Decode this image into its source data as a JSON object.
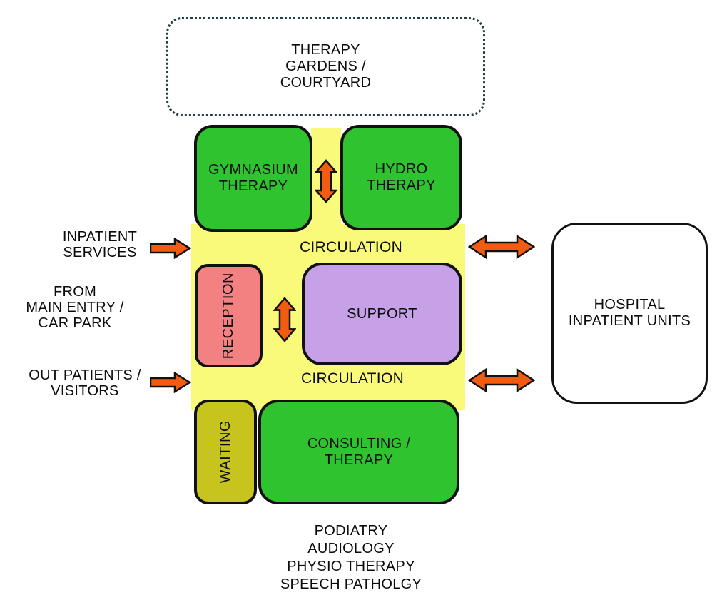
{
  "colors": {
    "green": "#2fc42f",
    "yellow": "#f9f97a",
    "pink": "#f48182",
    "purple": "#c7a1e8",
    "olive": "#c6c41d",
    "orange": "#f15c12",
    "outline": "#111111",
    "dotted": "#233f3f"
  },
  "zones": {
    "therapy_gardens": {
      "label": "THERAPY\nGARDENS /\nCOURTYARD"
    },
    "gymnasium_therapy": {
      "label": "GYMNASIUM\nTHERAPY"
    },
    "hydro_therapy": {
      "label": "HYDRO\nTHERAPY"
    },
    "circulation_top": {
      "label": "CIRCULATION"
    },
    "reception": {
      "label": "RECEPTION"
    },
    "support": {
      "label": "SUPPORT"
    },
    "circulation_bottom": {
      "label": "CIRCULATION"
    },
    "waiting": {
      "label": "WAITING"
    },
    "consulting_therapy": {
      "label": "CONSULTING /\nTHERAPY"
    },
    "hospital_inpatient_units": {
      "label": "HOSPITAL\nINPATIENT UNITS"
    }
  },
  "annotations": {
    "inpatient_services": "INPATIENT\nSERVICES",
    "from_main_entry": "FROM\nMAIN ENTRY /\nCAR PARK",
    "out_patients_visitors": "OUT PATIENTS /\nVISITORS",
    "consulting_services_list": "PODIATRY\nAUDIOLOGY\nPHYSIO THERAPY\nSPEECH PATHOLGY"
  },
  "icons": {
    "inpatient_entry": "right-block-arrow",
    "outpatient_entry": "right-block-arrow",
    "gym_hydro_link": "vertical-double-arrow",
    "reception_support_link": "vertical-double-arrow",
    "circulation_hospital_link_top": "horizontal-double-arrow",
    "circulation_hospital_link_bottom": "horizontal-double-arrow"
  }
}
